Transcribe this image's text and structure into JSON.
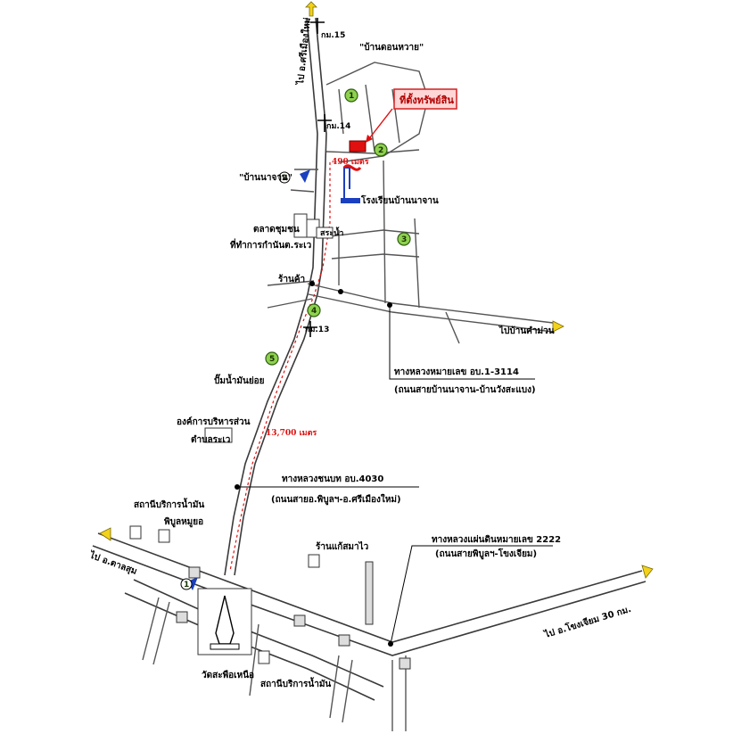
{
  "property_label": "ที่ตั้งทรัพย์สิน",
  "places": {
    "ban_don_wai": "\"บ้านดอนหวาย\"",
    "ban_na_chan": "\"บ้านนาจาน\"",
    "school": "โรงเรียนบ้านนาจาน",
    "talat_chumchon": "ตลาดชุมชน",
    "sa_nam": "สระน้ำ",
    "kamnan_office": "ที่ทำการกำนันต.ระเว",
    "ran_kha": "ร้านค้า",
    "pump": "ปั๊มน้ำมันย่อย",
    "tao_line1": "องค์การบริหารส่วน",
    "tao_line2": "ตำบลระเว",
    "gas_station_top": "สถานีบริการน้ำมัน",
    "phibun_mayom": "พิบูลหมูยอ",
    "ran_kaeo": "ร้านแก้สมาไว",
    "wat": "วัดสะพือเหนือ",
    "gas_station_bottom": "สถานีบริการน้ำมัน"
  },
  "directions": {
    "to_si_mueang_mai": "ไป อ.ศรีเมืองใหม่",
    "to_ban_kham_man": "ไปบ้านคำม่วน",
    "to_tan_sum": "ไป อ.ตาลสุม",
    "to_khong_chiam": "ไป อ.โขงเจียม 30 กม."
  },
  "km_markers": {
    "km15": "กม.15",
    "km14": "กม.14",
    "km13": "กม.13"
  },
  "distances": {
    "near": "490 เมตร",
    "far": "13,700 เมตร"
  },
  "roads": {
    "road_3114_name": "ทางหลวงหมายเลข อบ.1-3114",
    "road_3114_desc": "(ถนนสายบ้านนาจาน-บ้านวังสะแบง)",
    "road_4030_name": "ทางหลวงชนบท อบ.4030",
    "road_4030_desc": "(ถนนสายอ.พิบูลฯ-อ.ศรีเมืองใหม่)",
    "road_2222_name": "ทางหลวงแผ่นดินหมายเลข 2222",
    "road_2222_desc": "(ถนนสายพิบูลฯ-โขงเจียม)"
  },
  "markers": [
    "1",
    "2",
    "3",
    "4",
    "5"
  ],
  "route_markers": [
    "1",
    "2"
  ],
  "colors": {
    "property": "#e01010",
    "distance_text": "#e01010",
    "marker_fill": "#8fd14f",
    "arrow_yellow": "#f2d21a",
    "route_marker": "#1a3fbf"
  }
}
